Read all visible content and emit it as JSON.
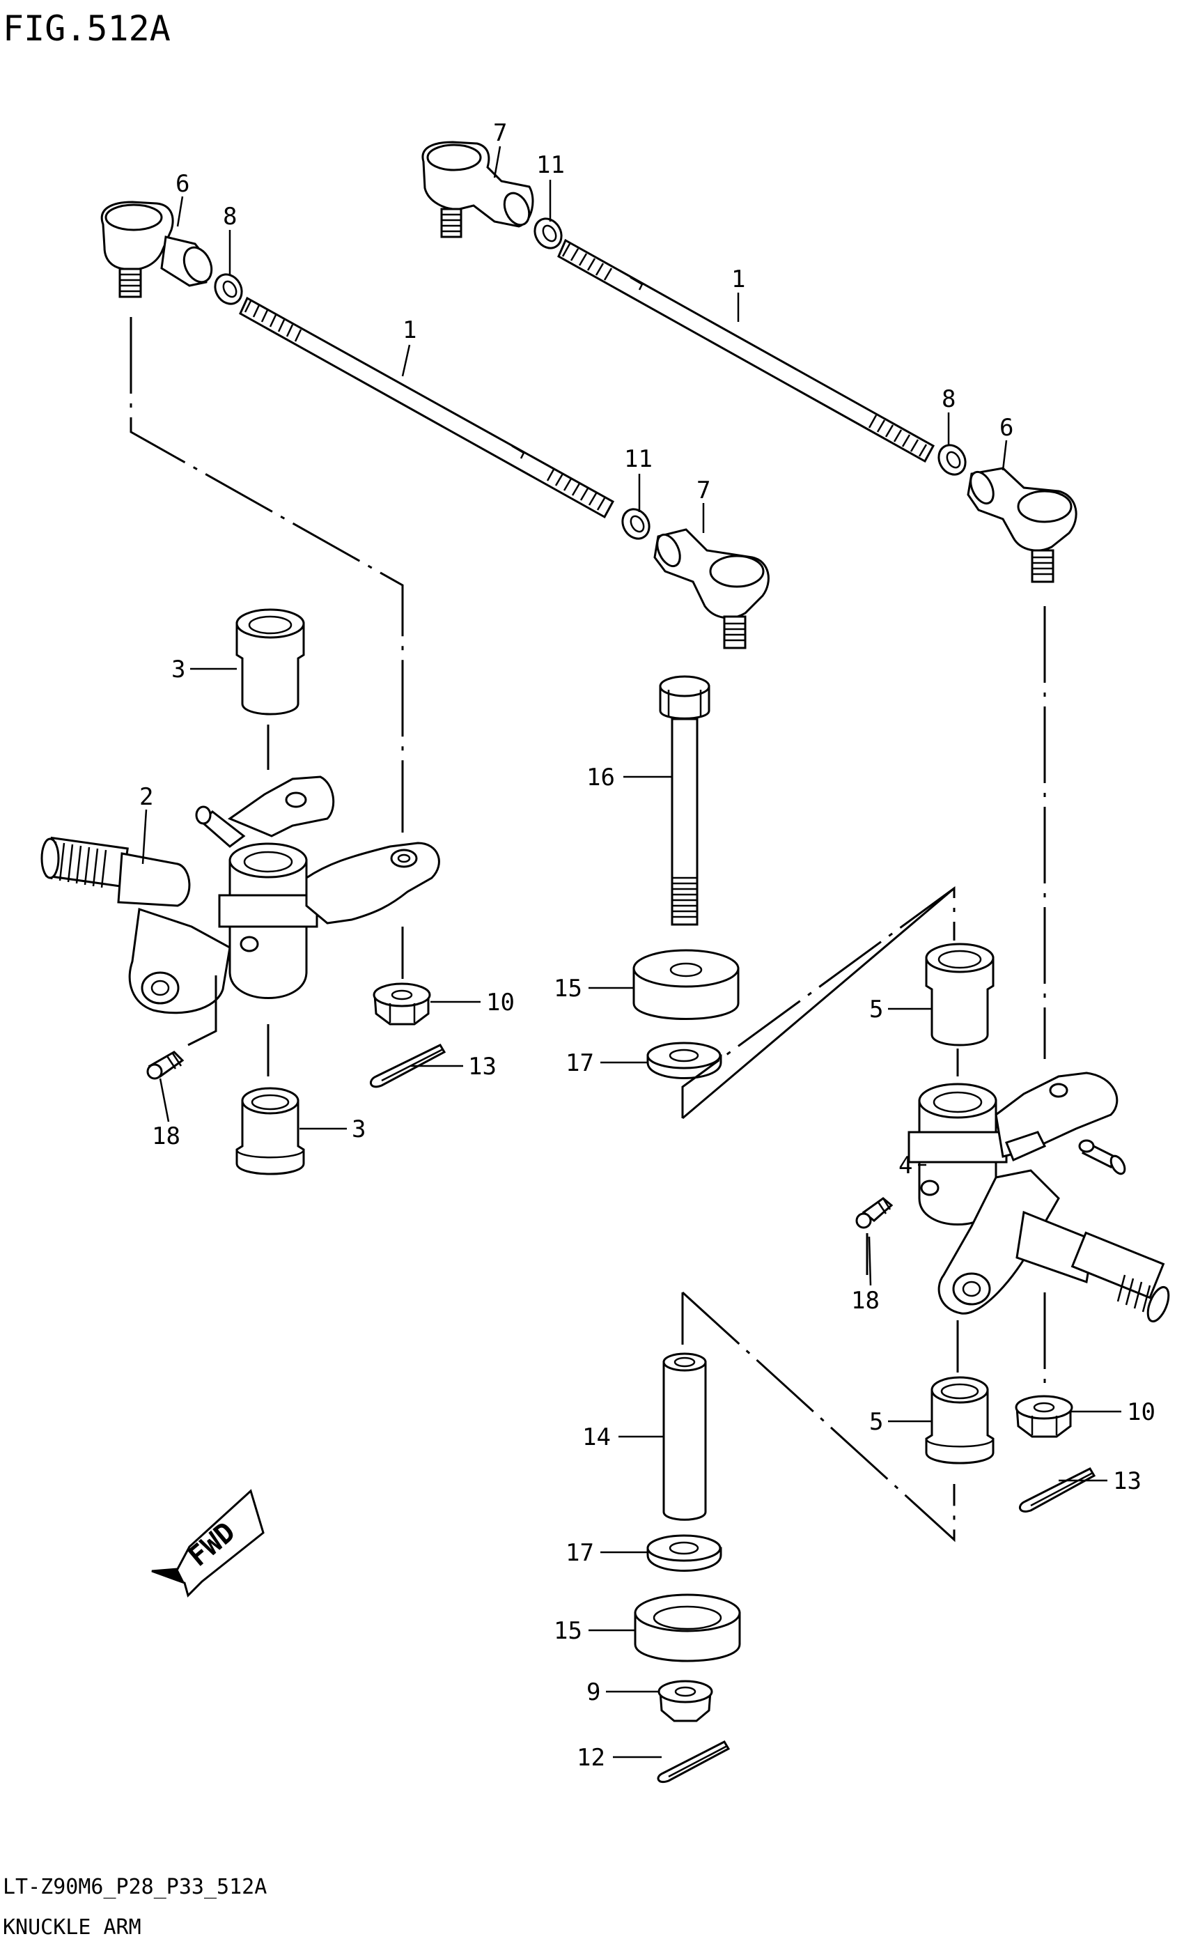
{
  "figure": {
    "title": "FIG.512A",
    "model_code": "LT-Z90M6_P28_P33_512A",
    "section_name": "KNUCKLE ARM",
    "fwd_label": "FWD"
  },
  "callouts": [
    {
      "id": "c-1a",
      "number": "1"
    },
    {
      "id": "c-1b",
      "number": "1"
    },
    {
      "id": "c-2",
      "number": "2"
    },
    {
      "id": "c-3a",
      "number": "3"
    },
    {
      "id": "c-3b",
      "number": "3"
    },
    {
      "id": "c-4",
      "number": "4"
    },
    {
      "id": "c-5a",
      "number": "5"
    },
    {
      "id": "c-5b",
      "number": "5"
    },
    {
      "id": "c-6a",
      "number": "6"
    },
    {
      "id": "c-6b",
      "number": "6"
    },
    {
      "id": "c-7a",
      "number": "7"
    },
    {
      "id": "c-7b",
      "number": "7"
    },
    {
      "id": "c-8a",
      "number": "8"
    },
    {
      "id": "c-8b",
      "number": "8"
    },
    {
      "id": "c-9",
      "number": "9"
    },
    {
      "id": "c-10a",
      "number": "10"
    },
    {
      "id": "c-10b",
      "number": "10"
    },
    {
      "id": "c-11a",
      "number": "11"
    },
    {
      "id": "c-11b",
      "number": "11"
    },
    {
      "id": "c-12",
      "number": "12"
    },
    {
      "id": "c-13a",
      "number": "13"
    },
    {
      "id": "c-13b",
      "number": "13"
    },
    {
      "id": "c-14",
      "number": "14"
    },
    {
      "id": "c-15a",
      "number": "15"
    },
    {
      "id": "c-15b",
      "number": "15"
    },
    {
      "id": "c-16",
      "number": "16"
    },
    {
      "id": "c-17a",
      "number": "17"
    },
    {
      "id": "c-17b",
      "number": "17"
    },
    {
      "id": "c-18a",
      "number": "18"
    },
    {
      "id": "c-18b",
      "number": "18"
    }
  ]
}
